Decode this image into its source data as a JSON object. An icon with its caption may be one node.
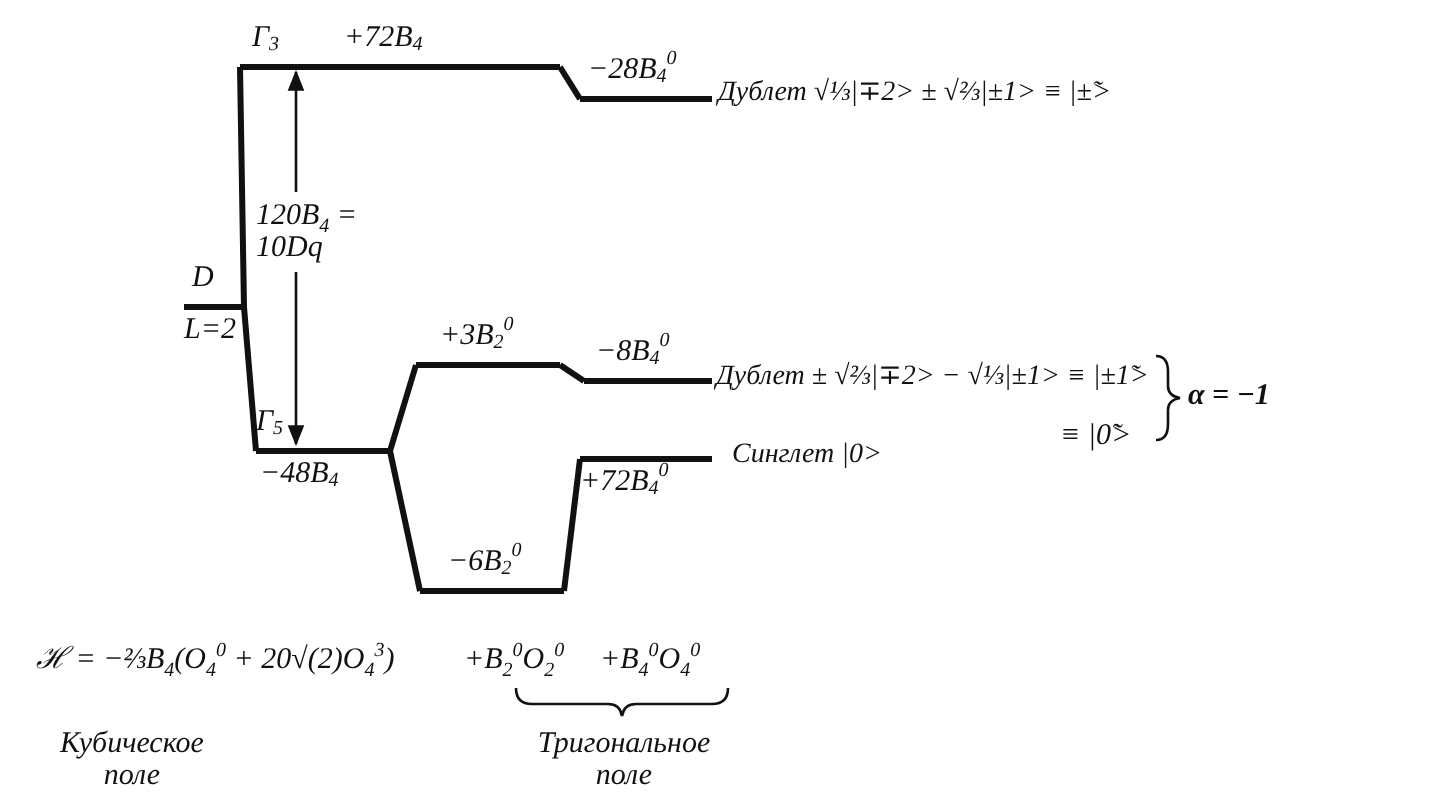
{
  "diagram": {
    "nodes": [
      {
        "text": [
          "D",
          "L=2"
        ]
      },
      {
        "text": [
          "Γ$_{3}$",
          "+72B$_{4}$"
        ]
      },
      {
        "text": [
          "Γ$_{5}$",
          "−48B$_{4}$"
        ]
      },
      {
        "text": [
          "−28B$_{4}$$^{0}$"
        ],
        "beside": [
          "Дублет √⅓|∓2> ± √⅔|±1> ≡ |±̃>"
        ]
      },
      {
        "text": [
          "+3B$_{2}$$^{0}$"
        ]
      },
      {
        "text": [
          "−8B$_{4}$$^{0}$"
        ],
        "beside": [
          "Дублет ± √⅔|∓2> − √⅓|±1> ≡ |±1̃>"
        ]
      },
      {
        "text": [
          "−6B$_{2}$$^{0}$"
        ]
      },
      {
        "text": [
          "+72B$_{4}$$^{0}$"
        ],
        "beside": [
          "Синглет |0>"
        ]
      }
    ],
    "edges": [
      {
        "from": 0,
        "to": 1,
        "arrow": "none"
      },
      {
        "from": 0,
        "to": 2,
        "arrow": "none"
      },
      {
        "from": 1,
        "to": 3,
        "arrow": "none"
      },
      {
        "from": 2,
        "to": 4,
        "arrow": "none"
      },
      {
        "from": 2,
        "to": 6,
        "arrow": "none"
      },
      {
        "from": 4,
        "to": 5,
        "arrow": "none"
      },
      {
        "from": 6,
        "to": 7,
        "arrow": "none"
      }
    ],
    "labels": [
      "120B$_{4}$ = 10Dq",
      "≡ |0̃>",
      "α = −1",
      "ℋ = −⅔B$_{4}$(O$_{4}$$^{0}$ + 20√(2)O$_{4}$$^{3}$)",
      "+B$_{2}$$^{0}$O$_{2}$$^{0}$",
      "+B$_{4}$$^{0}$O$_{4}$$^{0}$",
      "Кубическое поле",
      "Тригональное поле"
    ]
  }
}
